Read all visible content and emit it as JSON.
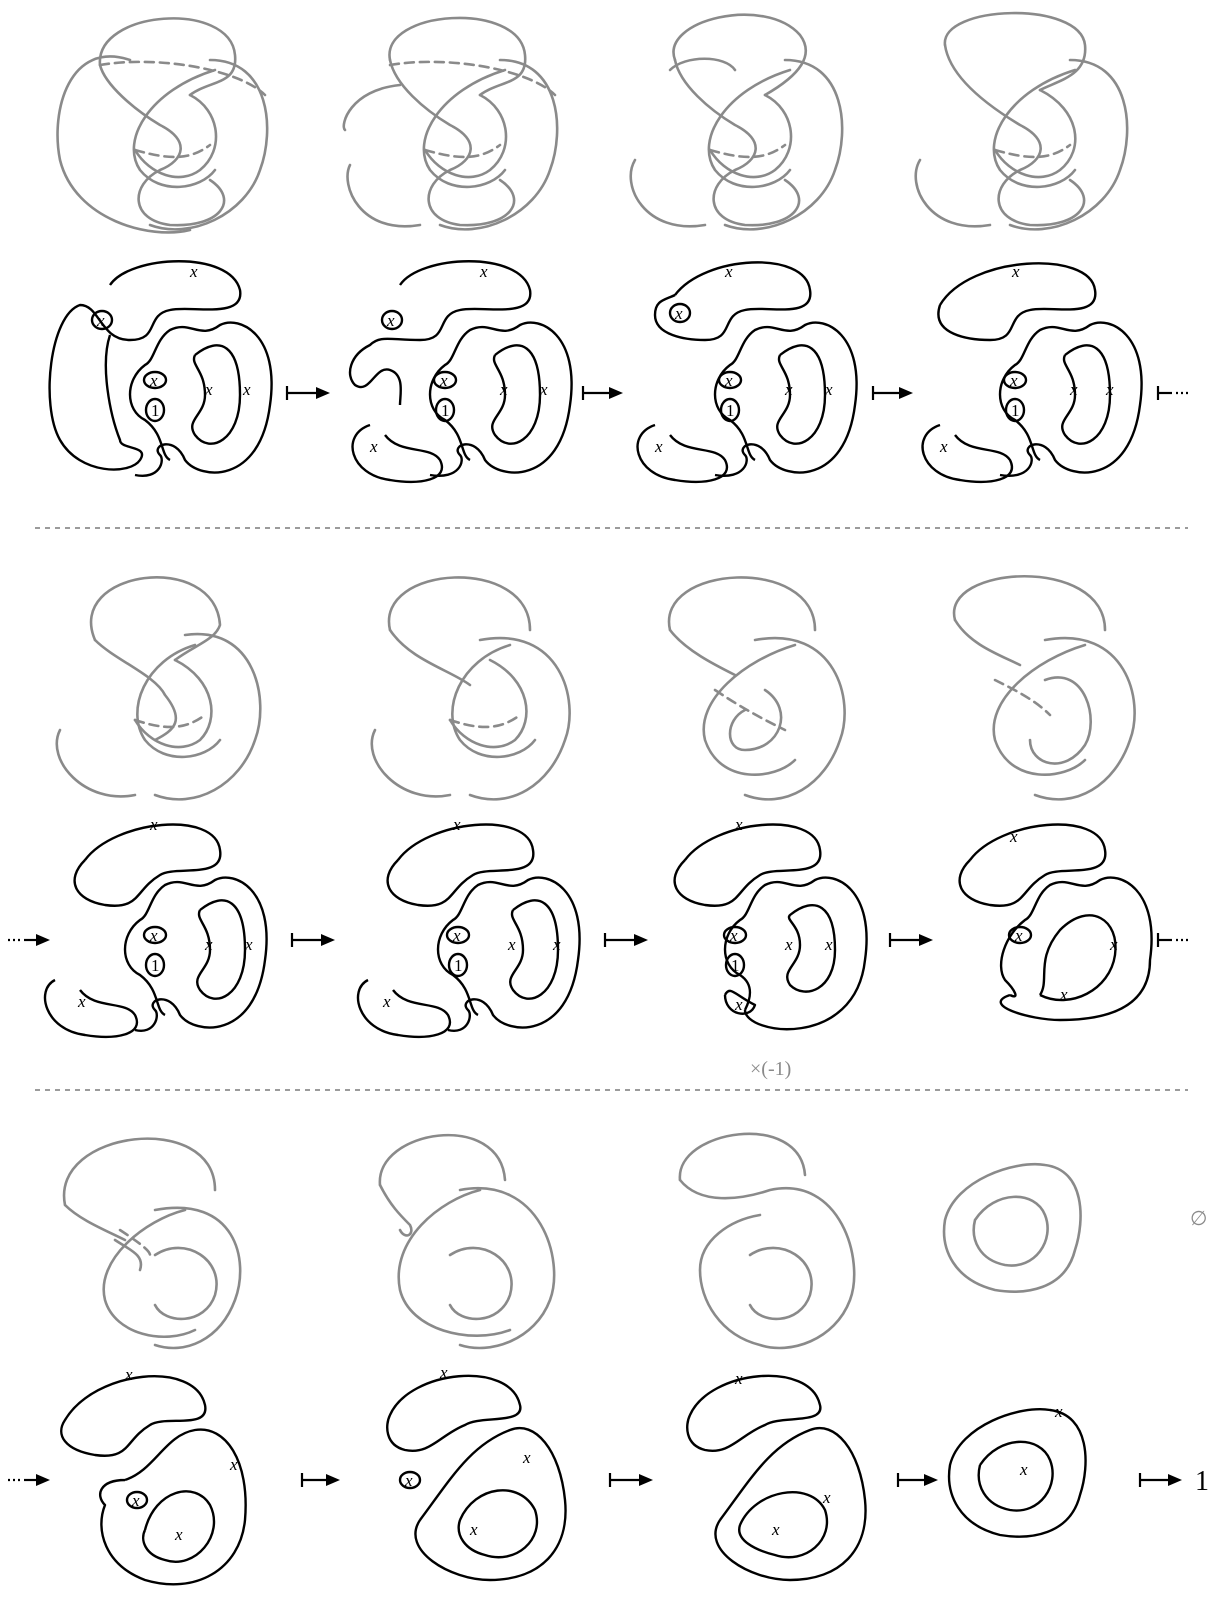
{
  "labels": {
    "x": "x",
    "one": "1",
    "factor": "×(-1)",
    "empty_set": "∅",
    "result": "1"
  }
}
